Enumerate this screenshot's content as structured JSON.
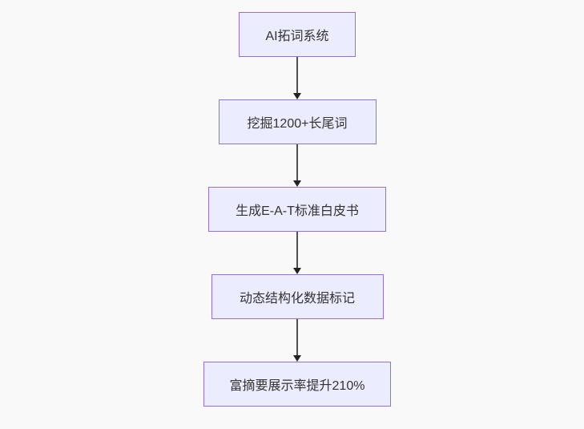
{
  "page": {
    "background_color": "#f9f9f9"
  },
  "diagram": {
    "type": "flowchart",
    "direction": "top-down",
    "style": {
      "node_fill": "#ECECFF",
      "node_border": "#9370DB",
      "text_color": "#333333",
      "edge_line_color": "#4f4f4f",
      "arrowhead_color": "#222222"
    },
    "nodes": [
      {
        "id": "n1",
        "label": "AI拓词系统"
      },
      {
        "id": "n2",
        "label": "挖掘1200+长尾词"
      },
      {
        "id": "n3",
        "label": "生成E-A-T标准白皮书"
      },
      {
        "id": "n4",
        "label": "动态结构化数据标记"
      },
      {
        "id": "n5",
        "label": "富摘要展示率提升210%"
      }
    ],
    "edges": [
      {
        "from": "n1",
        "to": "n2",
        "arrow": "down"
      },
      {
        "from": "n2",
        "to": "n3",
        "arrow": "down"
      },
      {
        "from": "n3",
        "to": "n4",
        "arrow": "down"
      },
      {
        "from": "n4",
        "to": "n5",
        "arrow": "down"
      }
    ]
  }
}
